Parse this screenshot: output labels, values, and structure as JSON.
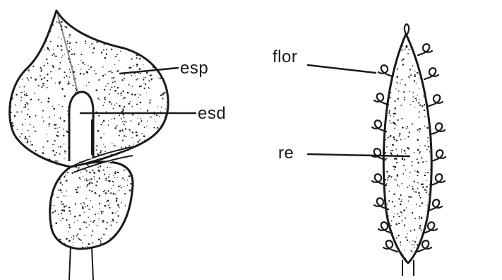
{
  "labels": {
    "spathe": "esp",
    "spadix": "esd",
    "flower": "flor",
    "receptacle": "re"
  },
  "colors": {
    "ink": "#1a1a1a",
    "paper": "#ffffff"
  }
}
